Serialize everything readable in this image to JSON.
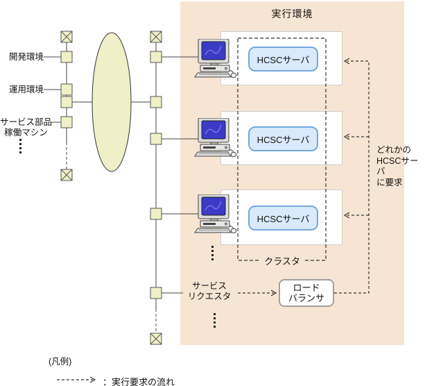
{
  "diagram": {
    "left_network": {
      "machine_labels": [
        "開発環境",
        "運用環境",
        "サービス部品\n稼働マシン"
      ]
    },
    "execution_environment": {
      "title": "実行環境",
      "servers": [
        "HCSCサーバ",
        "HCSCサーバ",
        "HCSCサーバ"
      ],
      "cluster_label": "クラスタ",
      "request_note": "どれかの\nHCSCサーバ\nに要求",
      "load_balancer_label": "ロード\nバランサ"
    },
    "service_requester_label": "サービス\nリクエスタ",
    "legend": {
      "title": "(凡例)",
      "separator": "：",
      "flow_label": "実行要求の流れ"
    },
    "icons": {
      "computer": "desktop-computer-icon",
      "network_terminator": "crossed-square-terminator-icon",
      "network_node": "node-square-icon",
      "continuation": "vertical-ellipsis-dots"
    },
    "colors": {
      "environment_bg": "#F6E5D2",
      "network_fill": "#EFEFC8",
      "hcsc_fill": "#D8EAFB",
      "hcsc_border": "#74A7DC",
      "server_box_border": "#CCCCCC",
      "line": "#444444"
    }
  }
}
